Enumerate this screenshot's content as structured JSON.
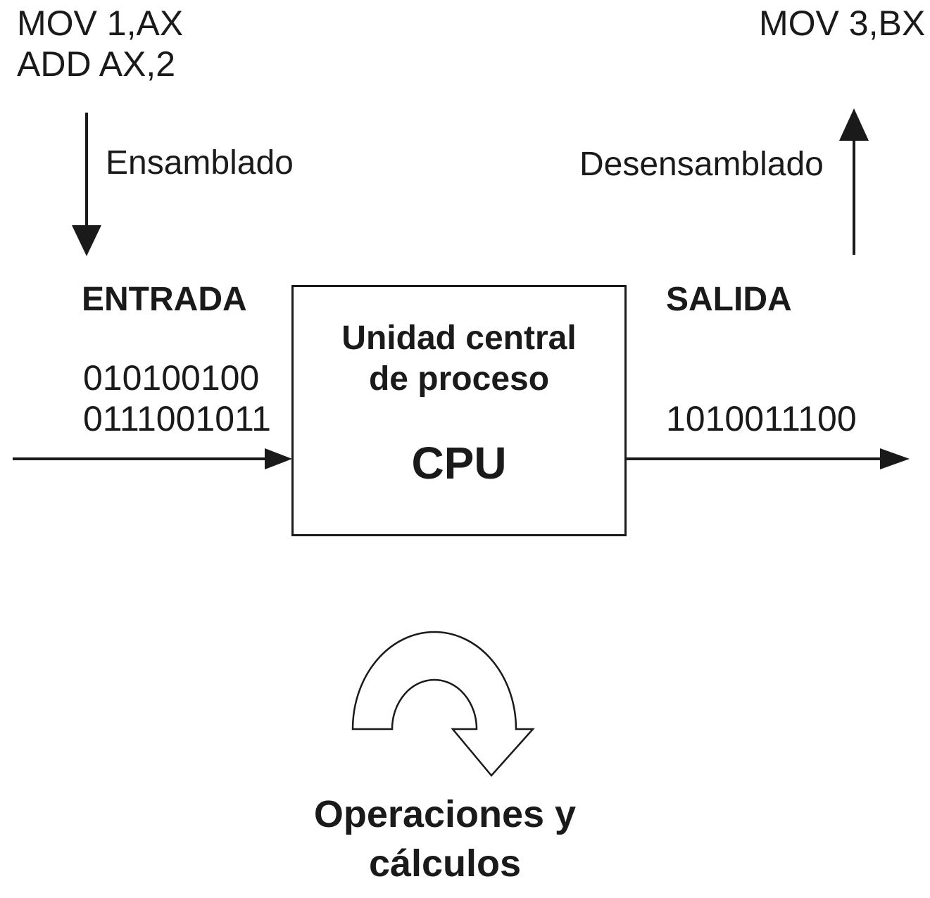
{
  "diagram": {
    "source_code": [
      "MOV 1,AX",
      "ADD AX,2"
    ],
    "disassembled_code": "MOV 3,BX",
    "assemble_label": "Ensamblado",
    "disassemble_label": "Desensamblado",
    "input_label": "ENTRADA",
    "output_label": "SALIDA",
    "input_binary": [
      "010100100",
      "0111001011"
    ],
    "output_binary": "1010011100",
    "cpu_box": {
      "title_line1": "Unidad central",
      "title_line2": "de proceso",
      "acronym": "CPU"
    },
    "operations_label": [
      "Operaciones y",
      "cálculos"
    ],
    "colors": {
      "ink": "#1a1a1a",
      "background": "#ffffff"
    }
  }
}
